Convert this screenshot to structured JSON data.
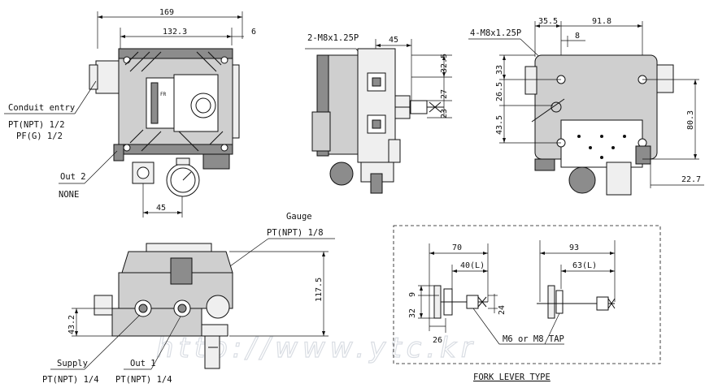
{
  "front_view": {
    "dim_169": "169",
    "dim_132_3": "132.3",
    "dim_6": "6",
    "dim_45": "45",
    "conduit_label": "Conduit entry",
    "conduit_spec_1": "PT(NPT) 1/2",
    "conduit_spec_2": "PF(G) 1/2",
    "out2_label": "Out 2",
    "out2_spec": "NONE"
  },
  "side_view": {
    "thread_label": "2-M8x1.25P",
    "dim_45": "45",
    "dim_32_5": "32.5",
    "dim_27": "27",
    "dim_23": "23"
  },
  "rear_view": {
    "thread_label": "4-M8x1.25P",
    "dim_35_5": "35.5",
    "dim_91_8": "91.8",
    "dim_8": "8",
    "dim_33": "33",
    "dim_26_5": "26.5",
    "dim_43_5": "43.5",
    "dim_80_3": "80.3",
    "dim_22_7": "22.7"
  },
  "bottom_view": {
    "gauge_label": "Gauge",
    "gauge_spec": "PT(NPT) 1/8",
    "dim_117_5": "117.5",
    "dim_43_2": "43.2",
    "supply_label": "Supply",
    "supply_spec": "PT(NPT) 1/4",
    "out1_label": "Out 1",
    "out1_spec": "PT(NPT) 1/4"
  },
  "fork_lever": {
    "dim_70": "70",
    "dim_40l": "40(L)",
    "dim_93": "93",
    "dim_63l": "63(L)",
    "dim_32": "32",
    "dim_9": "9",
    "dim_24": "24",
    "dim_26": "26",
    "tap_label": "M6 or M8 TAP",
    "title": "FORK LEVER TYPE"
  },
  "watermark": "http://www.ytc.kr"
}
